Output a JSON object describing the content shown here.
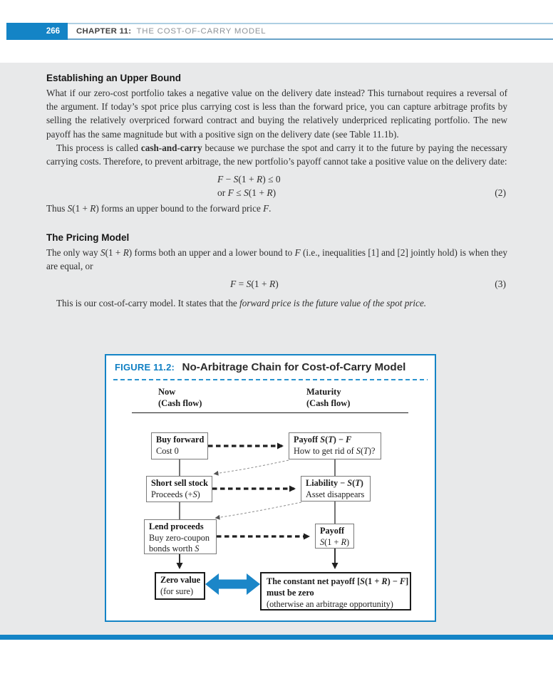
{
  "header": {
    "page_number": "266",
    "chapter_label": "CHAPTER 11:",
    "chapter_title": "THE COST-OF-CARRY MODEL"
  },
  "colors": {
    "accent_blue": "#1484c6",
    "figure_label_blue": "#0f7fc3",
    "panel_gray": "#e8e9ea"
  },
  "sections": {
    "upper_bound": {
      "heading": "Establishing an Upper Bound",
      "para1": "What if our zero-cost portfolio takes a negative value on the delivery date instead? This turnabout requires a reversal of the argument. If today’s spot price plus carrying cost is less than the forward price, you can capture arbitrage profits by selling the relatively overpriced forward contract and buying the relatively underpriced replicating portfolio. The new payoff has the same magnitude but with a positive sign on the delivery date (see Table 11.1b).",
      "para2": [
        [
          "This process is called "
        ],
        [
          "cash-and-carry",
          "b"
        ],
        [
          " because we purchase the spot and carry it to the future by paying the necessary carrying costs. Therefore, to prevent arbitrage, the new portfolio’s payoff cannot take a positive value on the delivery date:"
        ]
      ]
    },
    "equation2": {
      "line1": [
        [
          "F",
          "i"
        ],
        [
          " − "
        ],
        [
          "S",
          "i"
        ],
        [
          "(1 + "
        ],
        [
          "R",
          "i"
        ],
        [
          ") ≤ 0"
        ]
      ],
      "line2": [
        [
          "or "
        ],
        [
          "F",
          "i"
        ],
        [
          " ≤ "
        ],
        [
          "S",
          "i"
        ],
        [
          "(1 + "
        ],
        [
          "R",
          "i"
        ],
        [
          ")"
        ]
      ],
      "number": "(2)"
    },
    "thus_line": [
      [
        "Thus "
      ],
      [
        "S",
        "i"
      ],
      [
        "(1 + "
      ],
      [
        "R",
        "i"
      ],
      [
        ") forms an upper bound to the forward price "
      ],
      [
        "F",
        "i"
      ],
      [
        "."
      ]
    ],
    "pricing": {
      "heading": "The Pricing Model",
      "para": [
        [
          "The only way "
        ],
        [
          "S",
          "i"
        ],
        [
          "(1 + "
        ],
        [
          "R",
          "i"
        ],
        [
          ") forms both an upper and a lower bound to "
        ],
        [
          "F",
          "i"
        ],
        [
          " (i.e., inequalities [1] and [2] jointly hold) is when they are equal, or"
        ]
      ]
    },
    "equation3": {
      "line": [
        [
          "F",
          "i"
        ],
        [
          " = "
        ],
        [
          "S",
          "i"
        ],
        [
          "(1 + "
        ],
        [
          "R",
          "i"
        ],
        [
          ")"
        ]
      ],
      "number": "(3)"
    },
    "closing": [
      [
        "This is our cost-of-carry model. It states that the "
      ],
      [
        "forward price is the future value of the spot price.",
        "i"
      ]
    ]
  },
  "figure": {
    "label": "FIGURE 11.2:",
    "title": "No-Arbitrage Chain for Cost-of-Carry Model",
    "columns": {
      "now": {
        "title": "Now",
        "sub": "(Cash flow)"
      },
      "maturity": {
        "title": "Maturity",
        "sub": "(Cash flow)"
      }
    },
    "boxes": {
      "buy_forward": {
        "title": "Buy forward",
        "sub": "Cost 0"
      },
      "payoff_maturity": {
        "title": [
          [
            "Payoff ",
            "b"
          ],
          [
            "S",
            "bi"
          ],
          [
            "(",
            "b"
          ],
          [
            "T",
            "bi"
          ],
          [
            ") − ",
            "b"
          ],
          [
            "F",
            "bi"
          ]
        ],
        "sub": [
          [
            "How to get rid of "
          ],
          [
            "S",
            "i"
          ],
          [
            "("
          ],
          [
            "T",
            "i"
          ],
          [
            ")?"
          ]
        ]
      },
      "short_sell": {
        "title": "Short sell stock",
        "sub": [
          [
            "Proceeds (+"
          ],
          [
            "S",
            "i"
          ],
          [
            ")"
          ]
        ]
      },
      "liability": {
        "title": [
          [
            "Liability − ",
            "b"
          ],
          [
            "S",
            "bi"
          ],
          [
            "(",
            "b"
          ],
          [
            "T",
            "bi"
          ],
          [
            ")",
            "b"
          ]
        ],
        "sub": "Asset disappears"
      },
      "lend_proceeds": {
        "title": "Lend proceeds",
        "sub1": "Buy zero-coupon",
        "sub2": [
          [
            "bonds worth "
          ],
          [
            "S",
            "i"
          ]
        ]
      },
      "payoff_bond": {
        "title": "Payoff",
        "sub": [
          [
            "S",
            "i"
          ],
          [
            "(1 + "
          ],
          [
            "R",
            "i"
          ],
          [
            ")"
          ]
        ]
      },
      "zero_value": {
        "title": "Zero value",
        "sub": "(for sure)"
      },
      "net_payoff": {
        "line1": [
          [
            "The constant net payoff [",
            "b"
          ],
          [
            "S",
            "bi"
          ],
          [
            "(1 + ",
            "b"
          ],
          [
            "R",
            "bi"
          ],
          [
            ") − ",
            "b"
          ],
          [
            "F",
            "bi"
          ],
          [
            "]",
            "b"
          ]
        ],
        "line2": "must be zero",
        "line3": "(otherwise an arbitrage opportunity)"
      }
    }
  }
}
